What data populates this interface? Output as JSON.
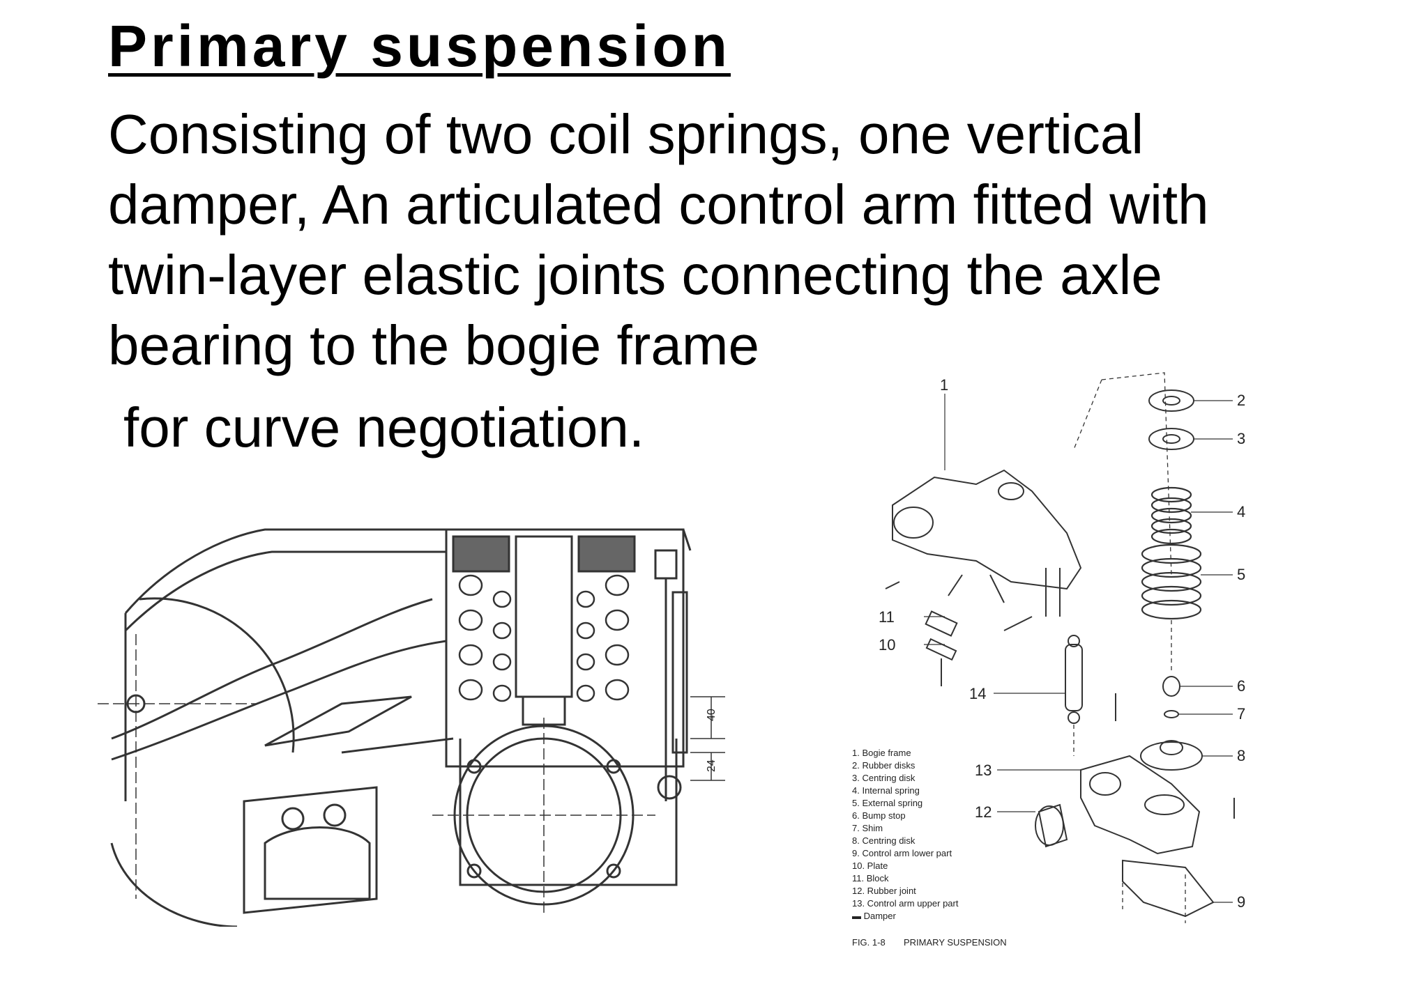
{
  "slide": {
    "title": "Primary suspension",
    "lines": [
      "Consisting of two coil springs, one vertical",
      "damper, An articulated control arm fitted with",
      "twin-layer elastic joints connecting the axle",
      "bearing to the bogie frame"
    ],
    "last_line": "for curve negotiation."
  },
  "cross_section": {
    "dimension_labels": [
      "40",
      "24"
    ]
  },
  "exploded_view": {
    "callouts": [
      "1",
      "2",
      "3",
      "4",
      "5",
      "6",
      "7",
      "8",
      "9",
      "10",
      "11",
      "12",
      "13",
      "14"
    ],
    "legend": [
      "1.  Bogie frame",
      "2.  Rubber disks",
      "3.  Centring disk",
      "4.  Internal spring",
      "5.  External spring",
      "6.  Bump stop",
      "7.  Shim",
      "8.  Centring disk",
      "9.  Control arm lower part",
      "10. Plate",
      "11. Block",
      "12. Rubber joint",
      "13. Control arm upper part",
      "▬  Damper"
    ],
    "caption_fig": "FIG. 1-8",
    "caption_title": "PRIMARY SUSPENSION"
  }
}
